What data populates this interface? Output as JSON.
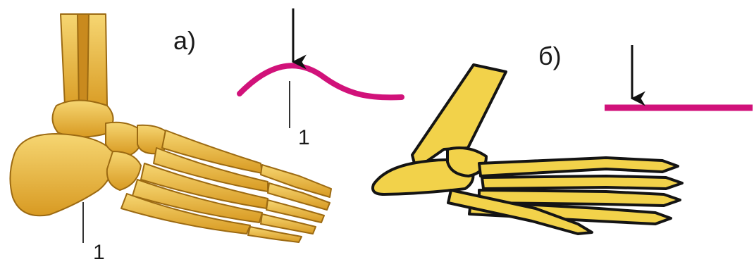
{
  "panels": [
    {
      "id": "a",
      "label": "а)",
      "marker": "1",
      "profile_shape": "arched"
    },
    {
      "id": "b",
      "label": "б)",
      "profile_shape": "flat"
    }
  ],
  "colors": {
    "bone_fill": "#e8b53a",
    "bone_light": "#f6d672",
    "bone_outline": "#9c6a12",
    "ape_outline": "#141414",
    "profile_line": "#d1127a",
    "arrow": "#111111",
    "background": "#ffffff"
  }
}
